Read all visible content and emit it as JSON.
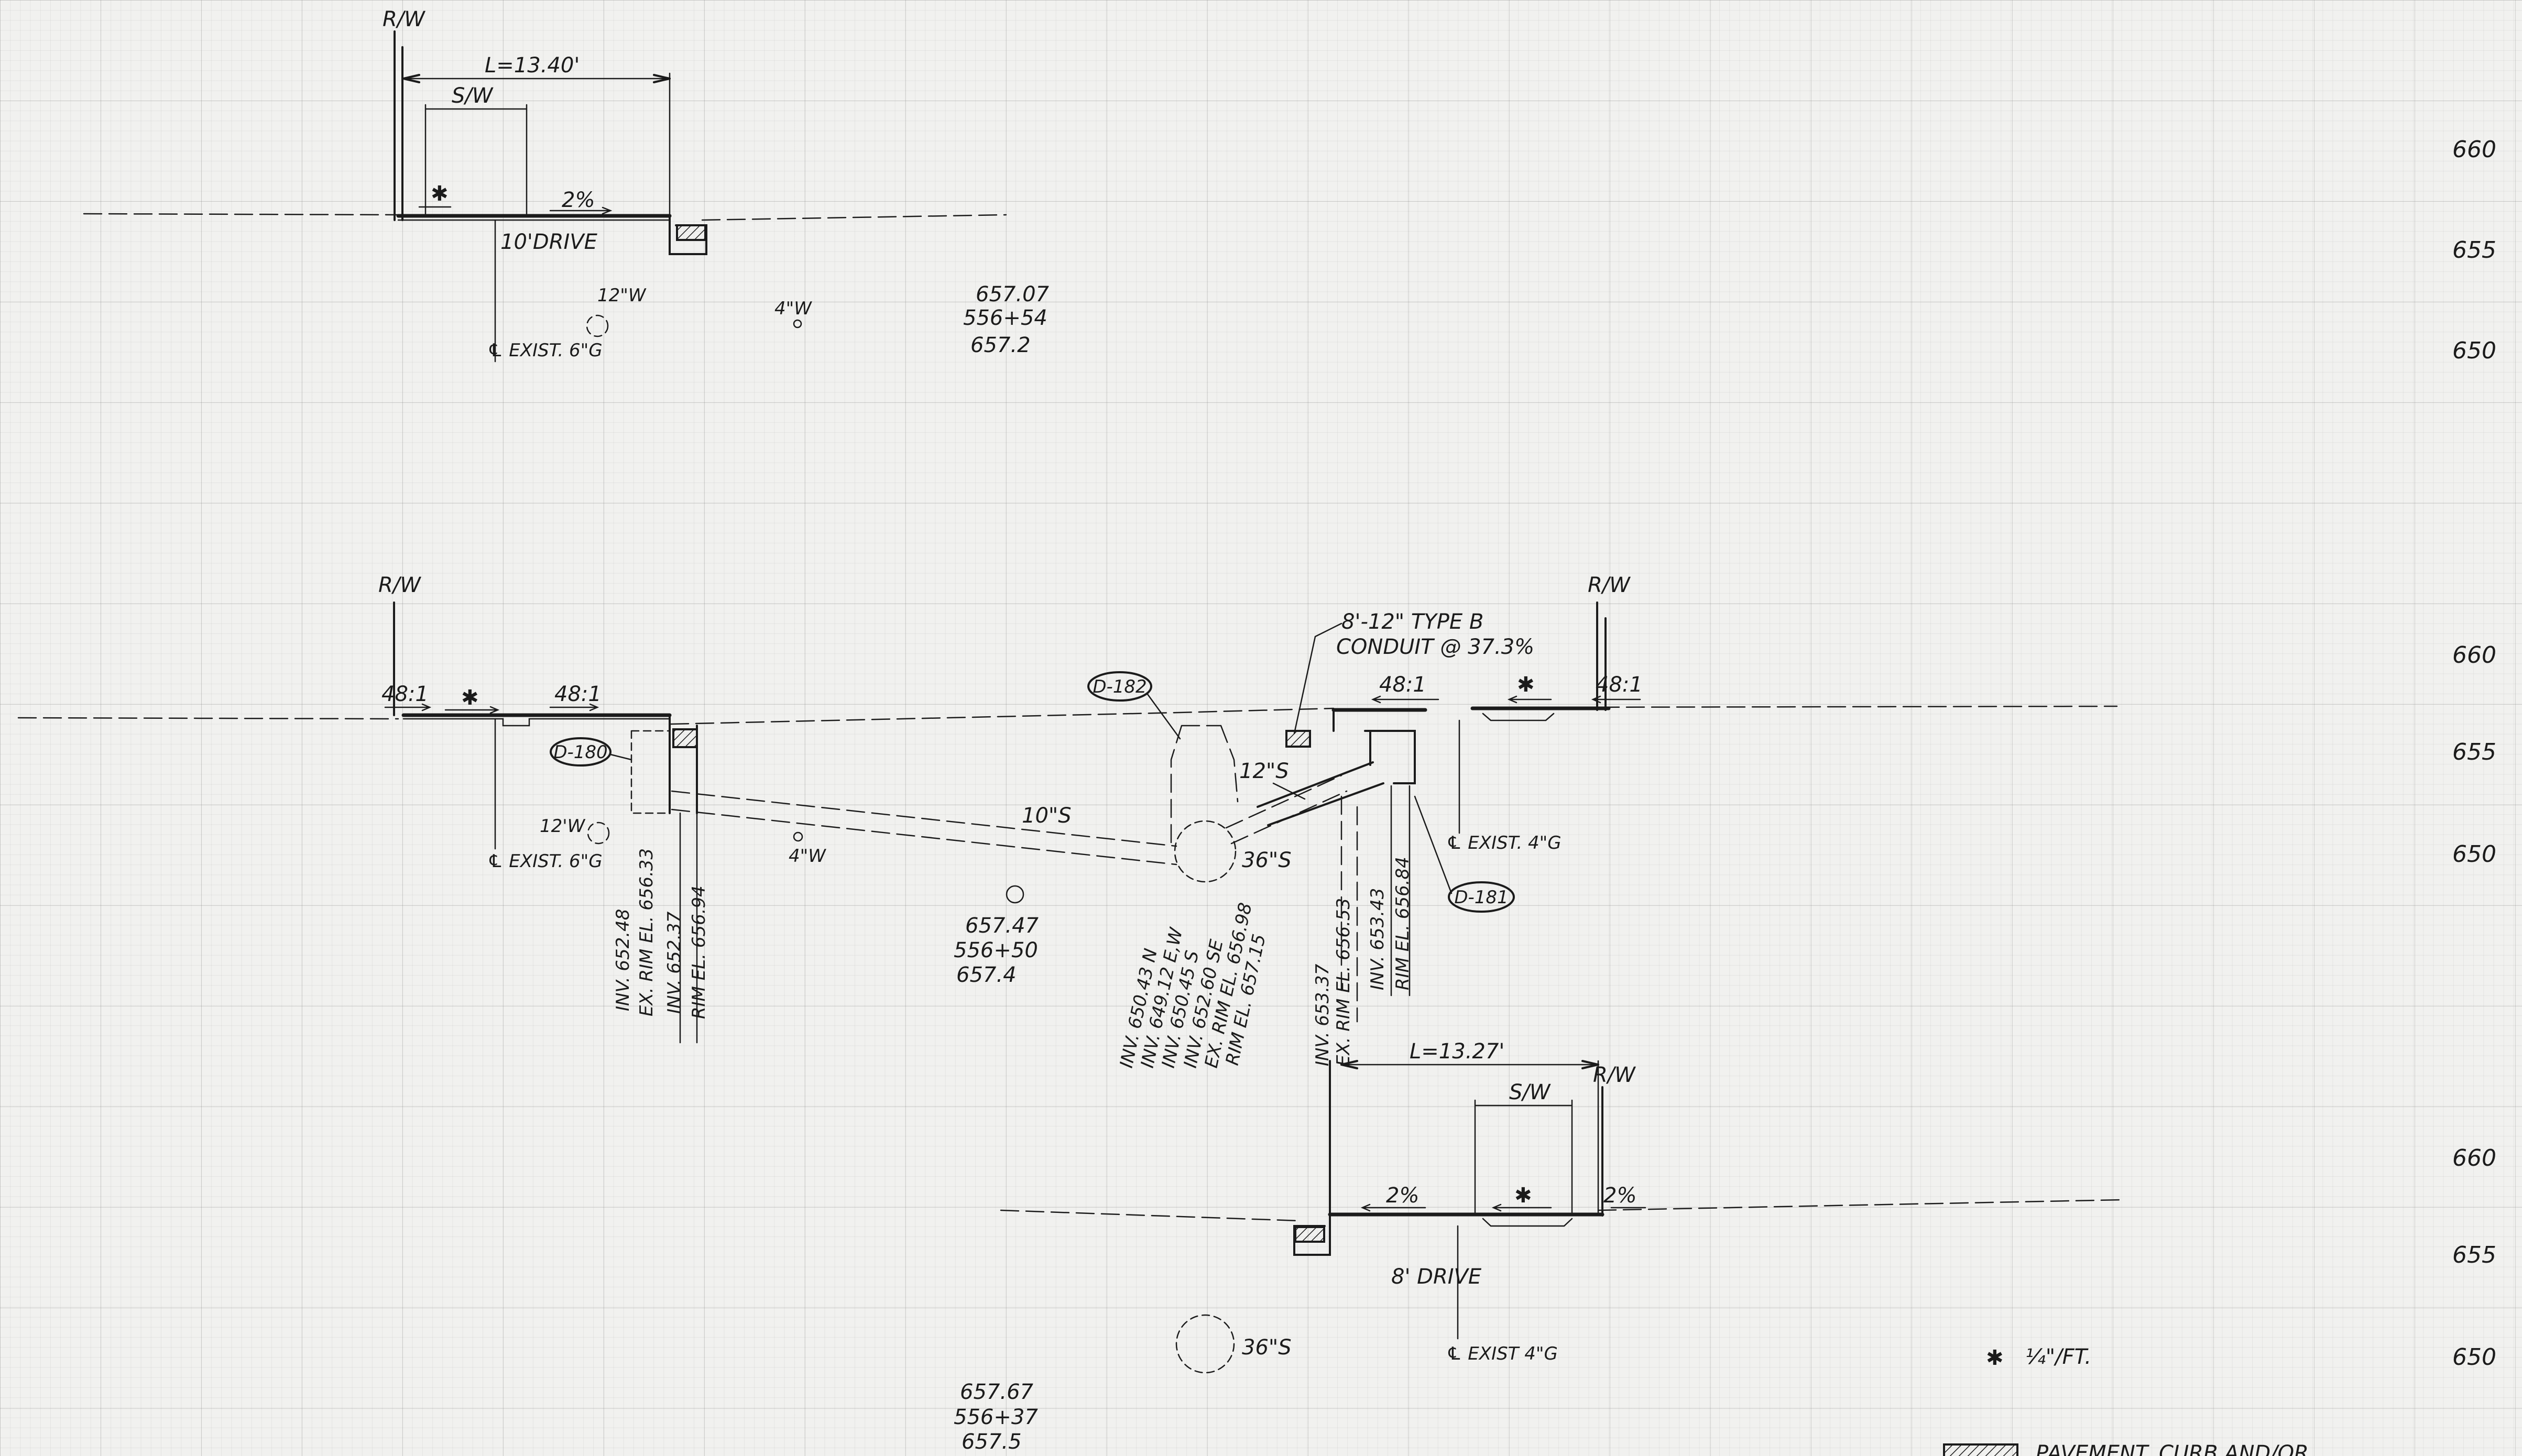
{
  "scale_labels": {
    "s1": [
      "660",
      "655",
      "650"
    ],
    "s2": [
      "660",
      "655",
      "650"
    ],
    "s3": [
      "660",
      "655",
      "650"
    ]
  },
  "section1": {
    "rw": "R/W",
    "length": "L=13.40'",
    "sw": "S/W",
    "star": "✱",
    "slope": "2%",
    "drive": "10'DRIVE",
    "water_12": "12\"W",
    "water_4": "4\"W",
    "centerline": "℄ EXIST. 6\"G",
    "station": [
      "657.07",
      "556+54",
      "657.2"
    ]
  },
  "section2": {
    "rw_left": "R/W",
    "rw_right": "R/W",
    "slope_l1": "48:1",
    "slope_l2": "48:1",
    "slope_r1": "48:1",
    "slope_r2": "48:1",
    "star_left": "✱",
    "star_right": "✱",
    "d180": "D-180",
    "d182": "D-182",
    "d181": "D-181",
    "conduit_1": "8'-12\" TYPE B",
    "conduit_2": "CONDUIT @ 37.3%",
    "pipe_10s": "10\"S",
    "pipe_12s": "12\"S",
    "pipe_36s": "36\"S",
    "water_12": "12'W",
    "water_4": "4\"W",
    "cl_left": "℄ EXIST. 6\"G",
    "cl_right": "℄ EXIST. 4\"G",
    "station": [
      "657.47",
      "556+50",
      "657.4"
    ],
    "inv_left": [
      "INV. 652.48",
      "EX. RIM EL. 656.33",
      "INV. 652.37",
      "RIM EL. 656.94"
    ],
    "inv_mid": [
      "INV. 650.43 N",
      "INV. 649.12 E,W",
      "INV. 650.45 S",
      "INV. 652.60 SE",
      "EX. RIM EL. 656.98",
      "RIM EL. 657.15"
    ],
    "inv_right_a": [
      "INV. 653.37",
      "EX. RIM EL. 656.53"
    ],
    "inv_right_b": [
      "INV. 653.43",
      "RIM EL. 656.84"
    ]
  },
  "section3": {
    "length": "L=13.27'",
    "rw": "R/W",
    "sw": "S/W",
    "slope_left": "2%",
    "star": "✱",
    "slope_right": "2%",
    "drive": "8' DRIVE",
    "pipe_36s": "36\"S",
    "centerline": "℄ EXIST 4\"G",
    "station": [
      "657.67",
      "556+37",
      "657.5"
    ]
  },
  "legend": {
    "star": "✱",
    "star_text": "¼\"/FT.",
    "pavement_text": "PAVEMENT, CURB AND/OR"
  }
}
